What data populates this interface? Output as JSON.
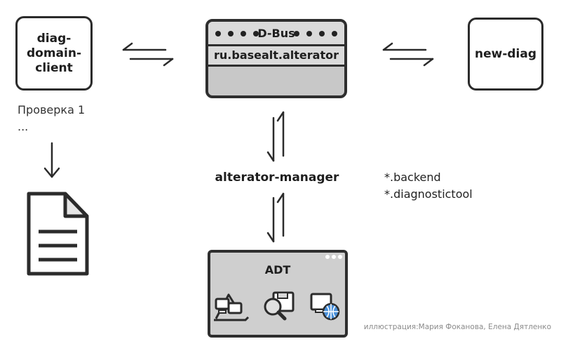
{
  "client": {
    "title": "diag-domain-client",
    "lines": [
      "diag-",
      "domain-",
      "client"
    ]
  },
  "checks": {
    "label": "Проверка 1",
    "more": "..."
  },
  "dbus": {
    "title": "D-Bus",
    "service": "ru.basealt.alterator"
  },
  "new_diag": {
    "title": "new-diag"
  },
  "manager": {
    "title": "alterator-manager"
  },
  "backends": {
    "line1": "*.backend",
    "line2": "*.diagnostictool"
  },
  "adt": {
    "title": "ADT"
  },
  "credit": "иллюстрация:Мария Фоканова, Елена Дятленко",
  "colors": {
    "outline": "#2b2b2b",
    "panel_gray": "#cfcfcf",
    "globe_blue": "#4a90d9"
  }
}
